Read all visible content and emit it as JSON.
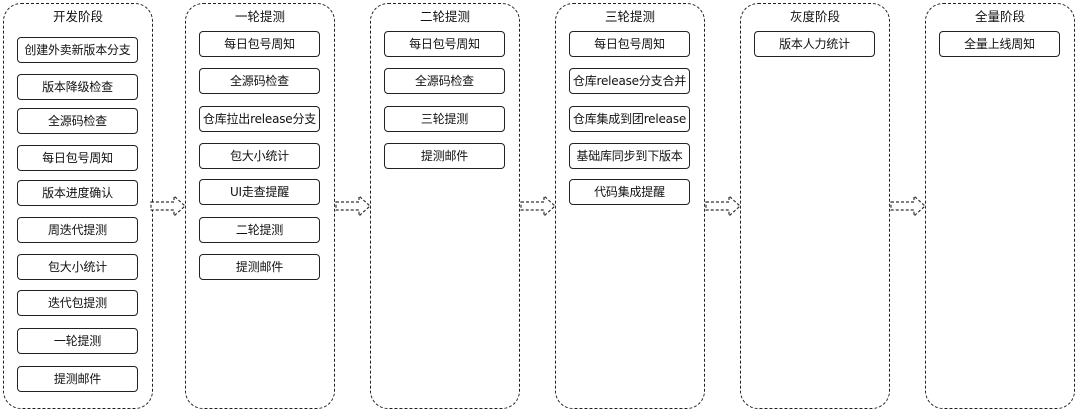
{
  "stages": [
    {
      "title": "开发阶段",
      "steps": [
        "创建外卖新版本分支",
        "版本降级检查",
        "全源码检查",
        "每日包号周知",
        "版本进度确认",
        "周迭代提测",
        "包大小统计",
        "迭代包提测",
        "一轮提测",
        "提测邮件"
      ]
    },
    {
      "title": "一轮提测",
      "steps": [
        "每日包号周知",
        "全源码检查",
        "仓库拉出release分支",
        "包大小统计",
        "UI走查提醒",
        "二轮提测",
        "提测邮件"
      ]
    },
    {
      "title": "二轮提测",
      "steps": [
        "每日包号周知",
        "全源码检查",
        "三轮提测",
        "提测邮件"
      ]
    },
    {
      "title": "三轮提测",
      "steps": [
        "每日包号周知",
        "仓库release分支合并",
        "仓库集成到团release",
        "基础库同步到下版本",
        "代码集成提醒"
      ]
    },
    {
      "title": "灰度阶段",
      "steps": [
        "版本人力统计"
      ]
    },
    {
      "title": "全量阶段",
      "steps": [
        "全量上线周知"
      ]
    }
  ]
}
